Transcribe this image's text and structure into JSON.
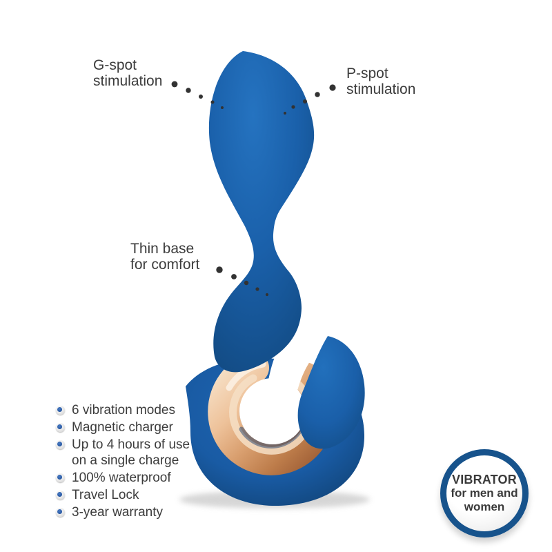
{
  "callouts": {
    "gspot": {
      "line1": "G-spot",
      "line2": "stimulation"
    },
    "pspot": {
      "line1": "P-spot",
      "line2": "stimulation"
    },
    "thin_base": {
      "line1": "Thin base",
      "line2": "for comfort"
    }
  },
  "features": {
    "items": [
      {
        "line1": "6 vibration modes"
      },
      {
        "line1": "Magnetic charger"
      },
      {
        "line1": "Up to 4 hours of use",
        "line2": "on a single charge"
      },
      {
        "line1": "100% waterproof"
      },
      {
        "line1": "Travel Lock"
      },
      {
        "line1": "3-year warranty"
      }
    ]
  },
  "badge": {
    "line1": "VIBRATOR",
    "line2": "for men and",
    "line3": "women"
  },
  "colors": {
    "background": "#ffffff",
    "text": "#3c3c3c",
    "leader_dots": "#323232",
    "device_blue": "#1a60aa",
    "device_blue_dark": "#11477c",
    "accent_gold": "#d89a6a",
    "badge_ring": "#17538c",
    "bullet_blue": "#24549f"
  }
}
